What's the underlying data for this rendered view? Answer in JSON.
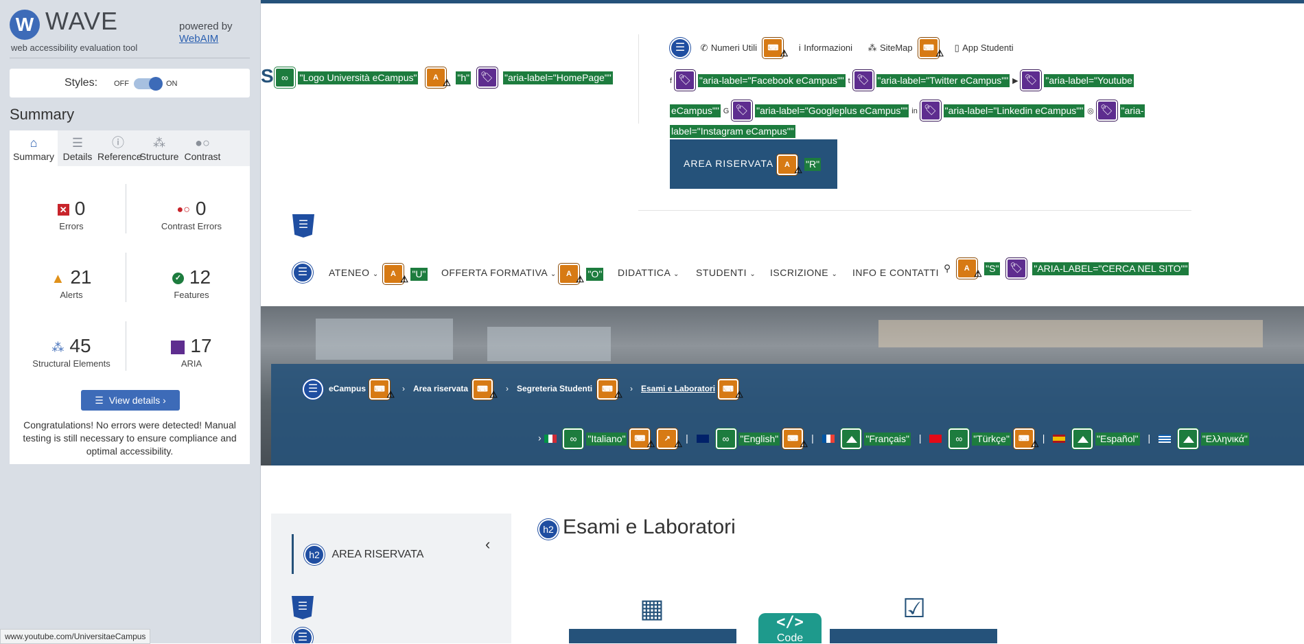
{
  "wave": {
    "logo_letter": "W",
    "title": "WAVE",
    "tagline": "web accessibility evaluation tool",
    "powered_by": "powered by",
    "webaim": "WebAIM",
    "styles_label": "Styles:",
    "styles_off": "OFF",
    "styles_on": "ON",
    "summary_heading": "Summary",
    "tabs": [
      {
        "label": "Summary",
        "icon": "home-icon"
      },
      {
        "label": "Details",
        "icon": "list-icon"
      },
      {
        "label": "Reference",
        "icon": "info-icon"
      },
      {
        "label": "Structure",
        "icon": "sitemap-icon"
      },
      {
        "label": "Contrast",
        "icon": "contrast-icon"
      }
    ],
    "stats": {
      "errors": {
        "count": "0",
        "label": "Errors"
      },
      "contrast_errors": {
        "count": "0",
        "label": "Contrast Errors"
      },
      "alerts": {
        "count": "21",
        "label": "Alerts"
      },
      "features": {
        "count": "12",
        "label": "Features"
      },
      "structural": {
        "count": "45",
        "label": "Structural Elements"
      },
      "aria": {
        "count": "17",
        "label": "ARIA"
      }
    },
    "view_details": "View details ›",
    "congrats": "Congratulations! No errors were detected! Manual testing is still necessary to ensure compliance and optimal accessibility."
  },
  "status_url": "www.youtube.com/UniversitaeCampus",
  "site": {
    "logo_tag": "\"Logo Università eCampus\"",
    "logo_prefix": "S",
    "h_tag": "\"h\"",
    "homepage_aria": "\"aria-label=\"HomePage\"\"",
    "util_links": [
      "Numeri Utili",
      "Informazioni",
      "SiteMap",
      "App Studenti"
    ],
    "social": {
      "facebook": "\"aria-label=\"Facebook eCampus\"\"",
      "twitter": "\"aria-label=\"Twitter eCampus\"\"",
      "youtube_1": "\"aria-label=\"Youtube",
      "youtube_2": "eCampus\"\"",
      "googleplus": "\"aria-label=\"Googleplus eCampus\"\"",
      "linkedin": "\"aria-label=\"Linkedin eCampus\"\"",
      "instagram_1": "\"aria-",
      "instagram_2": "label=\"Instagram eCampus\"\""
    },
    "area_riservata_btn": "AREA RISERVATA",
    "area_tag": "\"R\"",
    "nav": [
      {
        "label": "ATENEO",
        "tag": "\"U\""
      },
      {
        "label": "OFFERTA FORMATIVA",
        "tag": "\"O\""
      },
      {
        "label": "DIDATTICA"
      },
      {
        "label": "STUDENTI"
      },
      {
        "label": "ISCRIZIONE"
      },
      {
        "label": "INFO E CONTATTI"
      }
    ],
    "search_tag": "\"S\"",
    "search_aria": "\"ARIA-LABEL=\"CERCA NEL SITO\"\"",
    "breadcrumb": [
      "eCampus",
      "Area riservata",
      "Segreteria Studenti",
      "Esami e Laboratori"
    ],
    "languages": [
      {
        "label": "\"Italiano\""
      },
      {
        "label": "\"English\""
      },
      {
        "label": "\"Français\""
      },
      {
        "label": "\"Türkçe\""
      },
      {
        "label": "\"Español\""
      },
      {
        "label": "\"Ελληνικά\""
      }
    ],
    "side_heading": "AREA RISERVATA",
    "page_heading": "Esami e Laboratori",
    "code_label": "Code",
    "h2_badge": "h2"
  }
}
